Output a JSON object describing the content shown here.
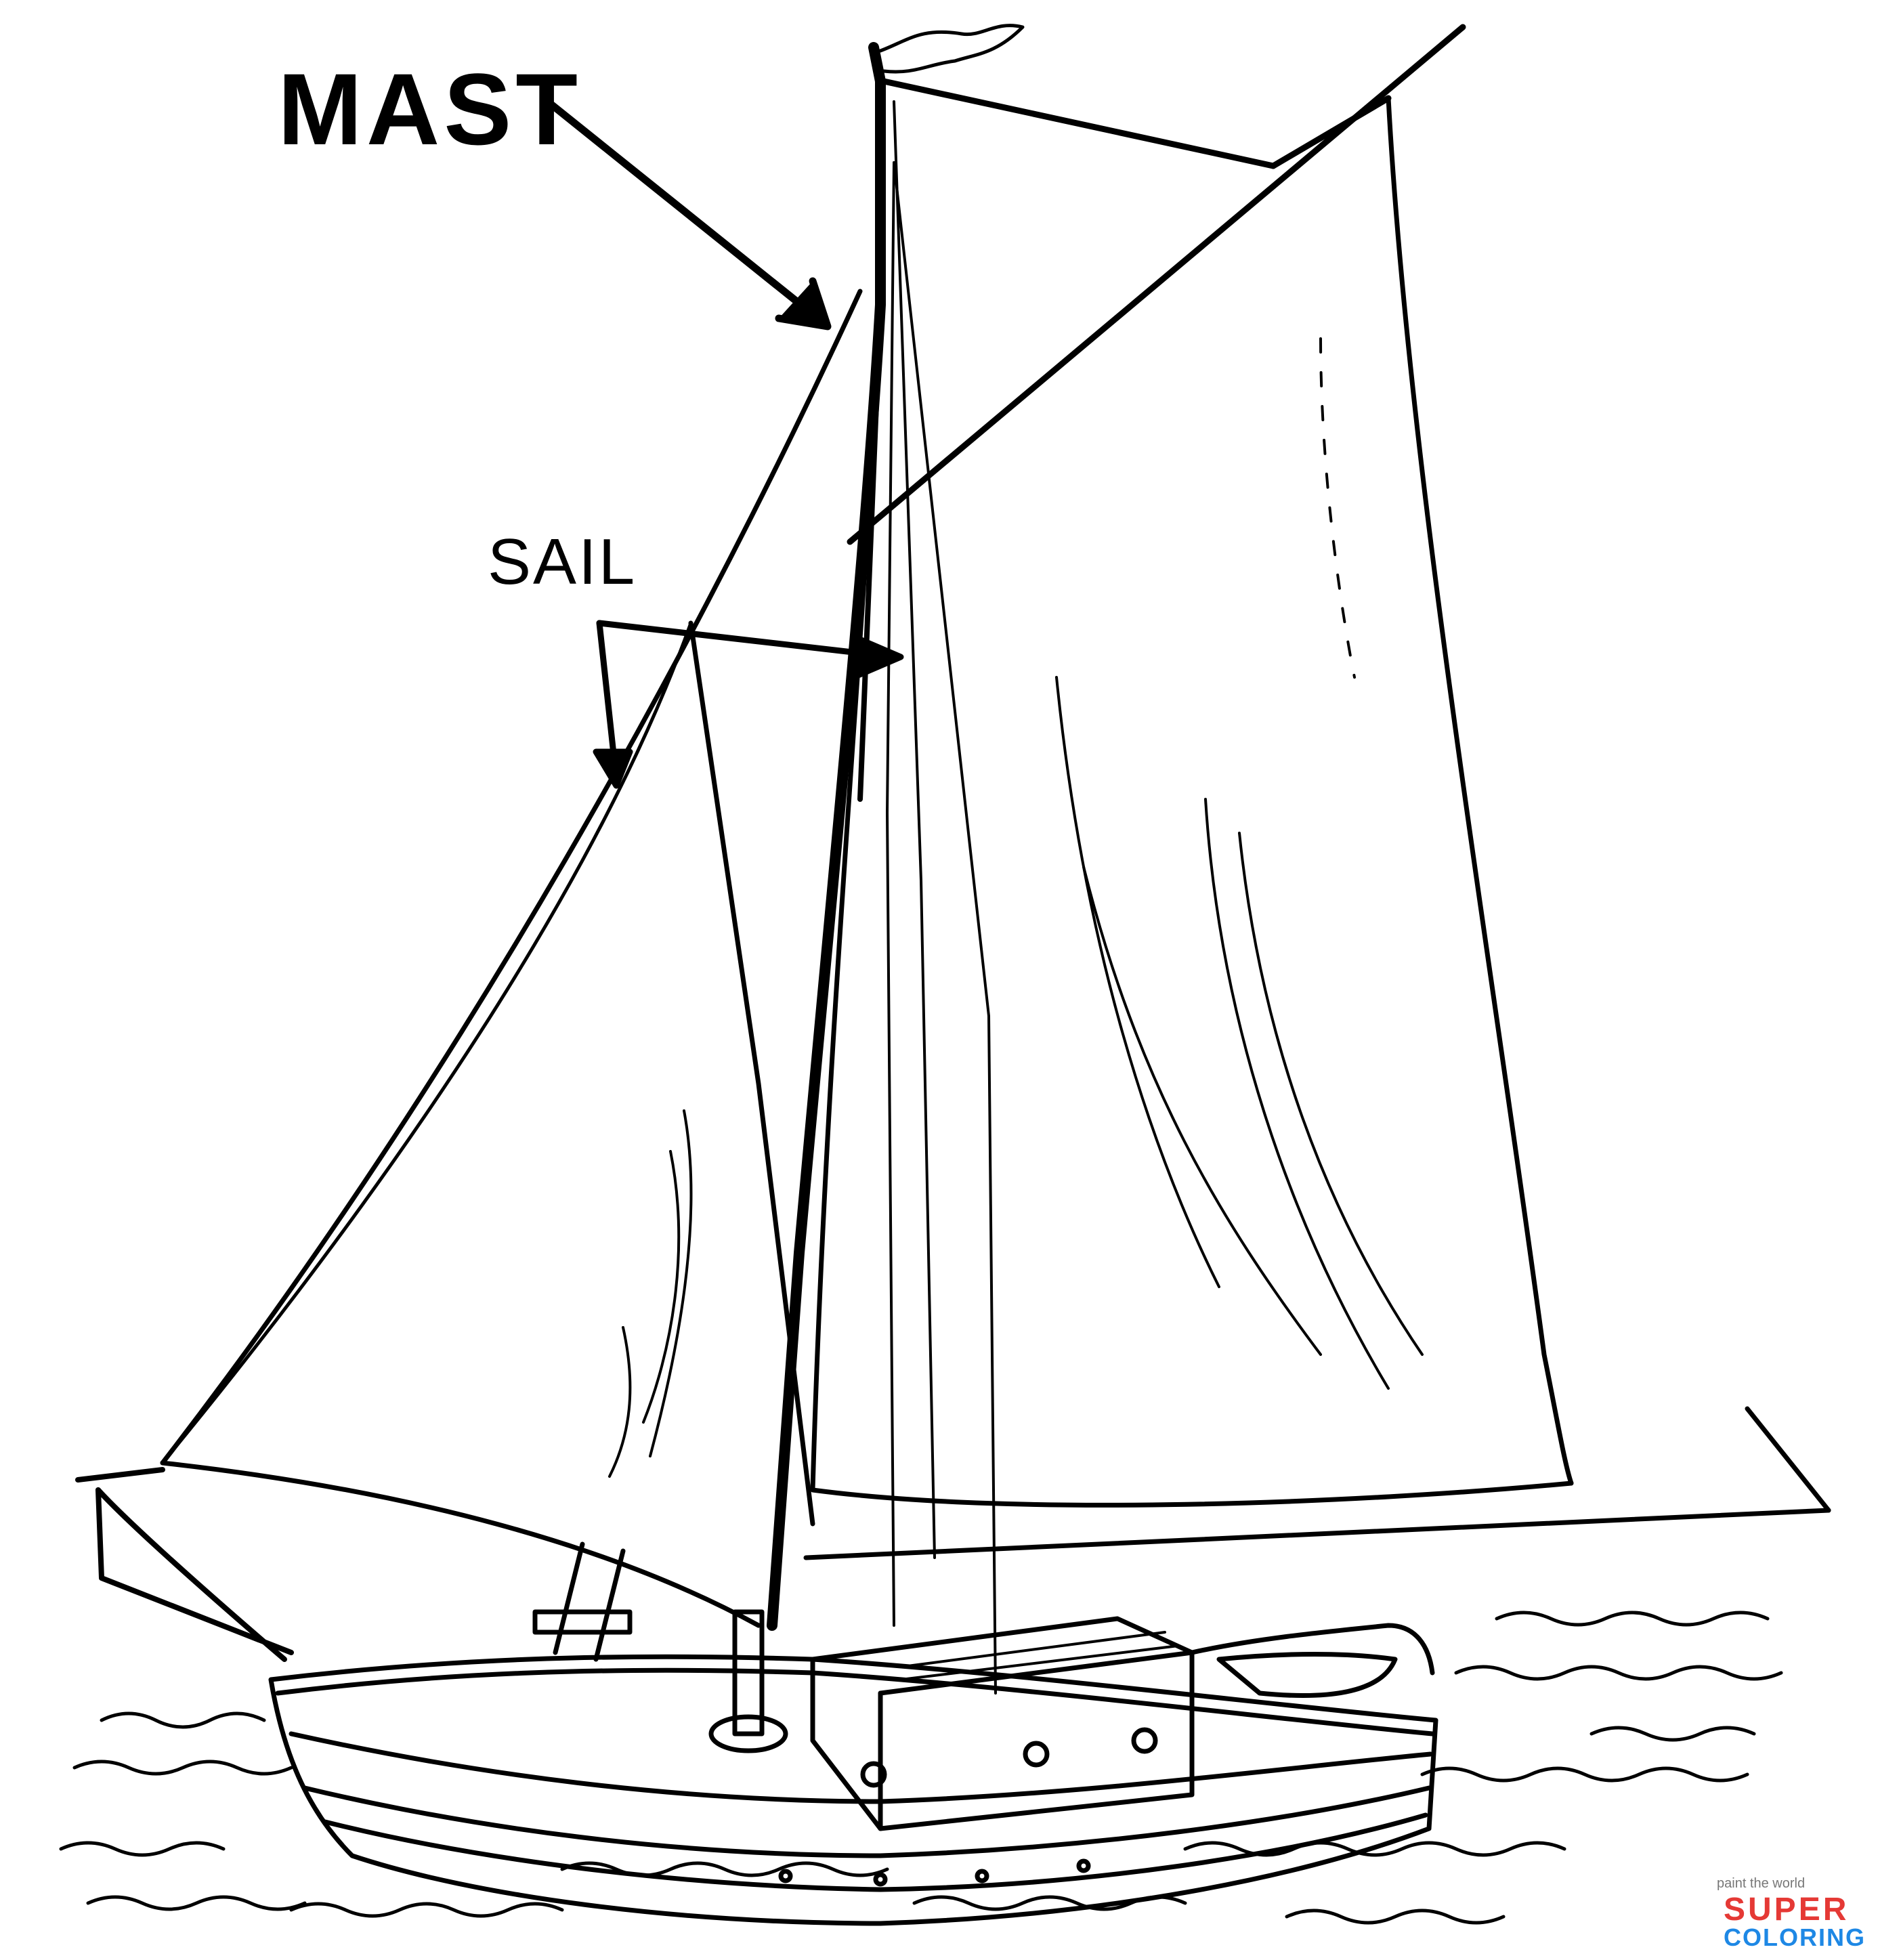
{
  "labels": {
    "mast": "MAST",
    "sail": "SAIL"
  },
  "watermark": {
    "tagline": "paint the world",
    "line1": "SUPER",
    "line2": "COLORING"
  },
  "colors": {
    "ink": "#000000",
    "paper": "#ffffff",
    "watermark": [
      "#e53935",
      "#fb8c00",
      "#fdd835",
      "#43a047",
      "#1e88e5",
      "#8e24aa"
    ]
  }
}
